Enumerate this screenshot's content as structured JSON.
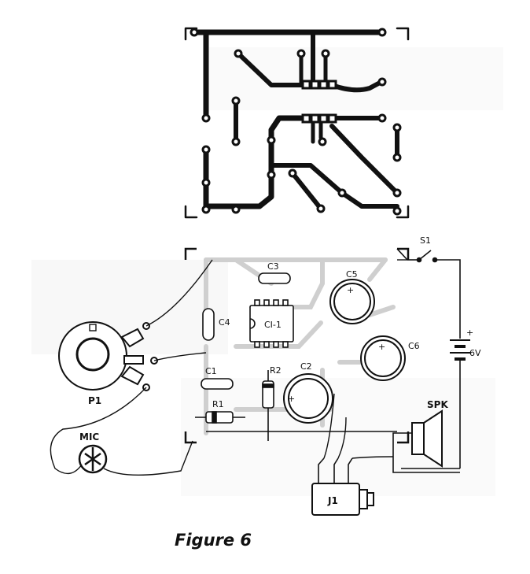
{
  "figure": {
    "caption": "Figure 6"
  },
  "labels": {
    "s1": "S1",
    "c3": "C3",
    "c5": "C5",
    "c4": "C4",
    "ci1": "CI-1",
    "c6": "C6",
    "battery": "6V",
    "c1": "C1",
    "r2": "R2",
    "c2": "C2",
    "r1": "R1",
    "spk": "SPK",
    "p1": "P1",
    "mic": "MIC",
    "j1": "J1"
  }
}
